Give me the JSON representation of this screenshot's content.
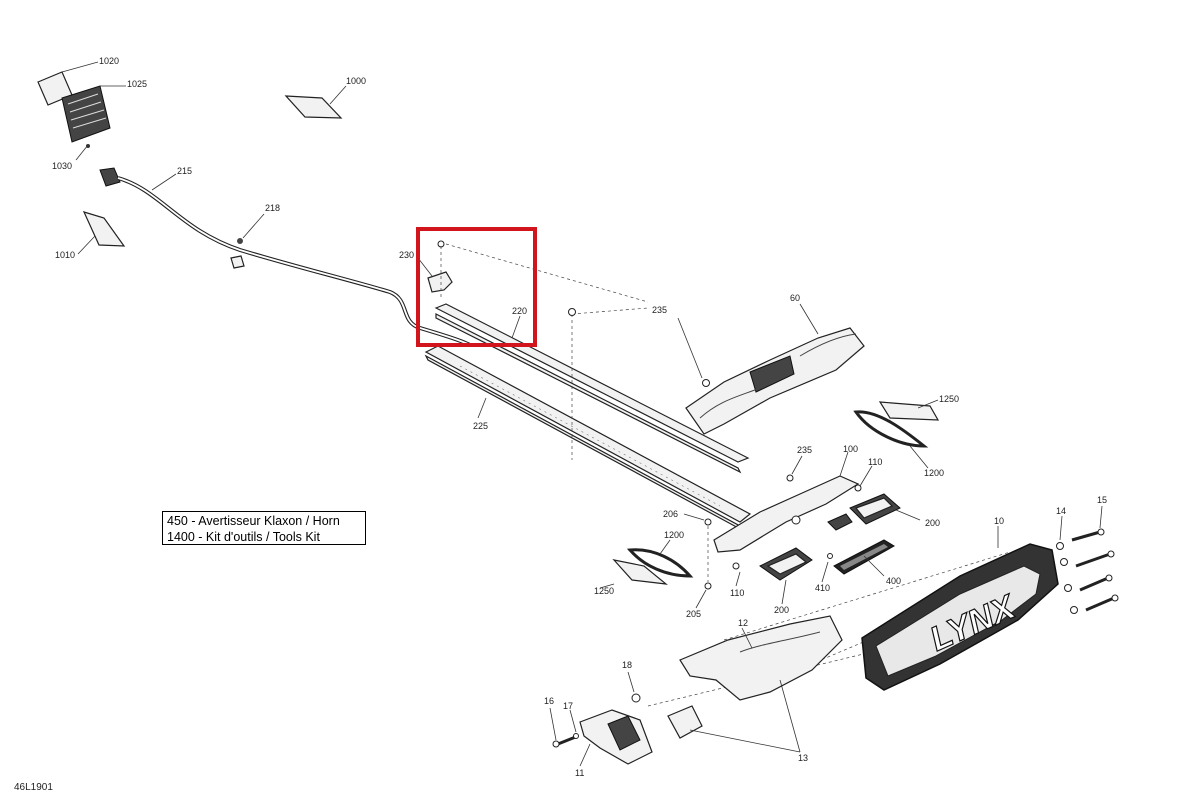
{
  "callouts": [
    {
      "id": "1020",
      "text": "1020"
    },
    {
      "id": "1025",
      "text": "1025"
    },
    {
      "id": "1030",
      "text": "1030"
    },
    {
      "id": "1000",
      "text": "1000"
    },
    {
      "id": "215",
      "text": "215"
    },
    {
      "id": "218",
      "text": "218"
    },
    {
      "id": "1010",
      "text": "1010"
    },
    {
      "id": "230",
      "text": "230"
    },
    {
      "id": "220",
      "text": "220"
    },
    {
      "id": "225",
      "text": "225"
    },
    {
      "id": "235a",
      "text": "235"
    },
    {
      "id": "60",
      "text": "60"
    },
    {
      "id": "1250a",
      "text": "1250"
    },
    {
      "id": "1200a",
      "text": "1200"
    },
    {
      "id": "235b",
      "text": "235"
    },
    {
      "id": "100",
      "text": "100"
    },
    {
      "id": "110a",
      "text": "110"
    },
    {
      "id": "200a",
      "text": "200"
    },
    {
      "id": "206",
      "text": "206"
    },
    {
      "id": "1200b",
      "text": "1200"
    },
    {
      "id": "1250b",
      "text": "1250"
    },
    {
      "id": "205",
      "text": "205"
    },
    {
      "id": "110b",
      "text": "110"
    },
    {
      "id": "200b",
      "text": "200"
    },
    {
      "id": "410",
      "text": "410"
    },
    {
      "id": "400",
      "text": "400"
    },
    {
      "id": "10",
      "text": "10"
    },
    {
      "id": "14",
      "text": "14"
    },
    {
      "id": "15",
      "text": "15"
    },
    {
      "id": "12",
      "text": "12"
    },
    {
      "id": "18",
      "text": "18"
    },
    {
      "id": "16",
      "text": "16"
    },
    {
      "id": "17",
      "text": "17"
    },
    {
      "id": "11",
      "text": "11"
    },
    {
      "id": "13",
      "text": "13"
    }
  ],
  "notes": [
    "450 - Avertisseur Klaxon / Horn",
    "1400 - Kit d'outils / Tools Kit"
  ],
  "brand_logo_text": "LYNX",
  "diagram_code": "46L1901",
  "highlight_color": "#d2141c"
}
